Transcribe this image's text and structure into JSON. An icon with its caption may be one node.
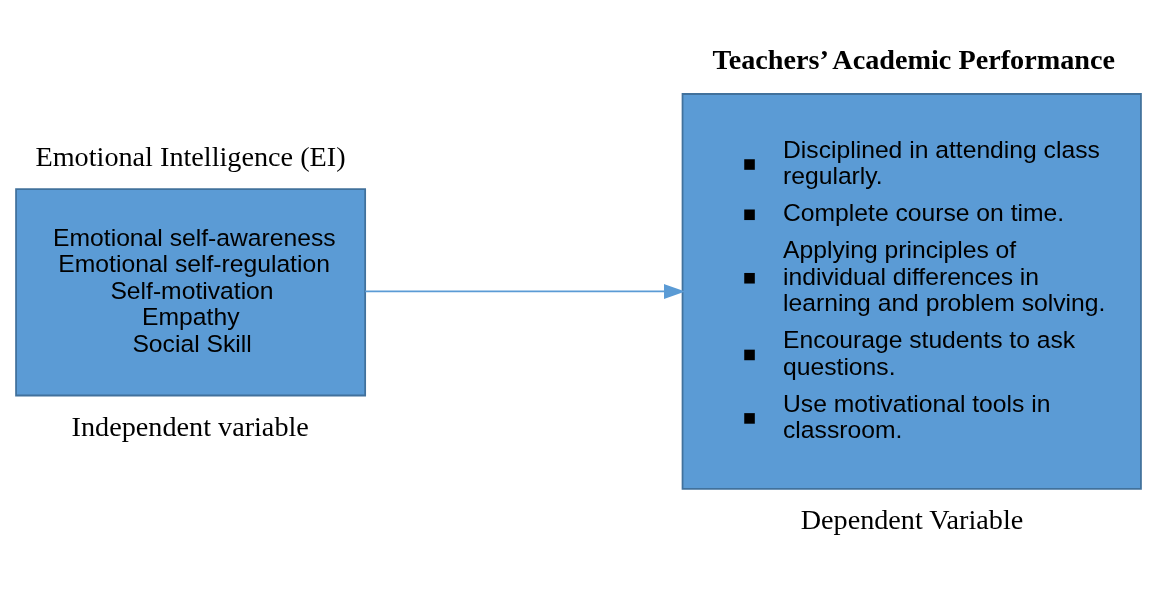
{
  "diagram": {
    "nodes": [
      {
        "text": [
          "Emotional Intelligence (EI)",
          "Emotional self-awareness",
          "Emotional self-regulation",
          "Self-motivation",
          "Empathy",
          "Social Skill"
        ],
        "beside": [
          "Independent variable"
        ]
      },
      {
        "text": [
          "Teachers’ Academic Performance",
          "Disciplined in attending class regularly.",
          "Complete course on time.",
          "Applying principles of individual differences in learning and problem solving.",
          "Encourage students to ask questions.",
          "Use motivational tools in classroom."
        ],
        "beside": [
          "Dependent Variable"
        ]
      }
    ],
    "edges": [
      {
        "from": 0,
        "to": 1,
        "arrow": "to"
      }
    ]
  }
}
